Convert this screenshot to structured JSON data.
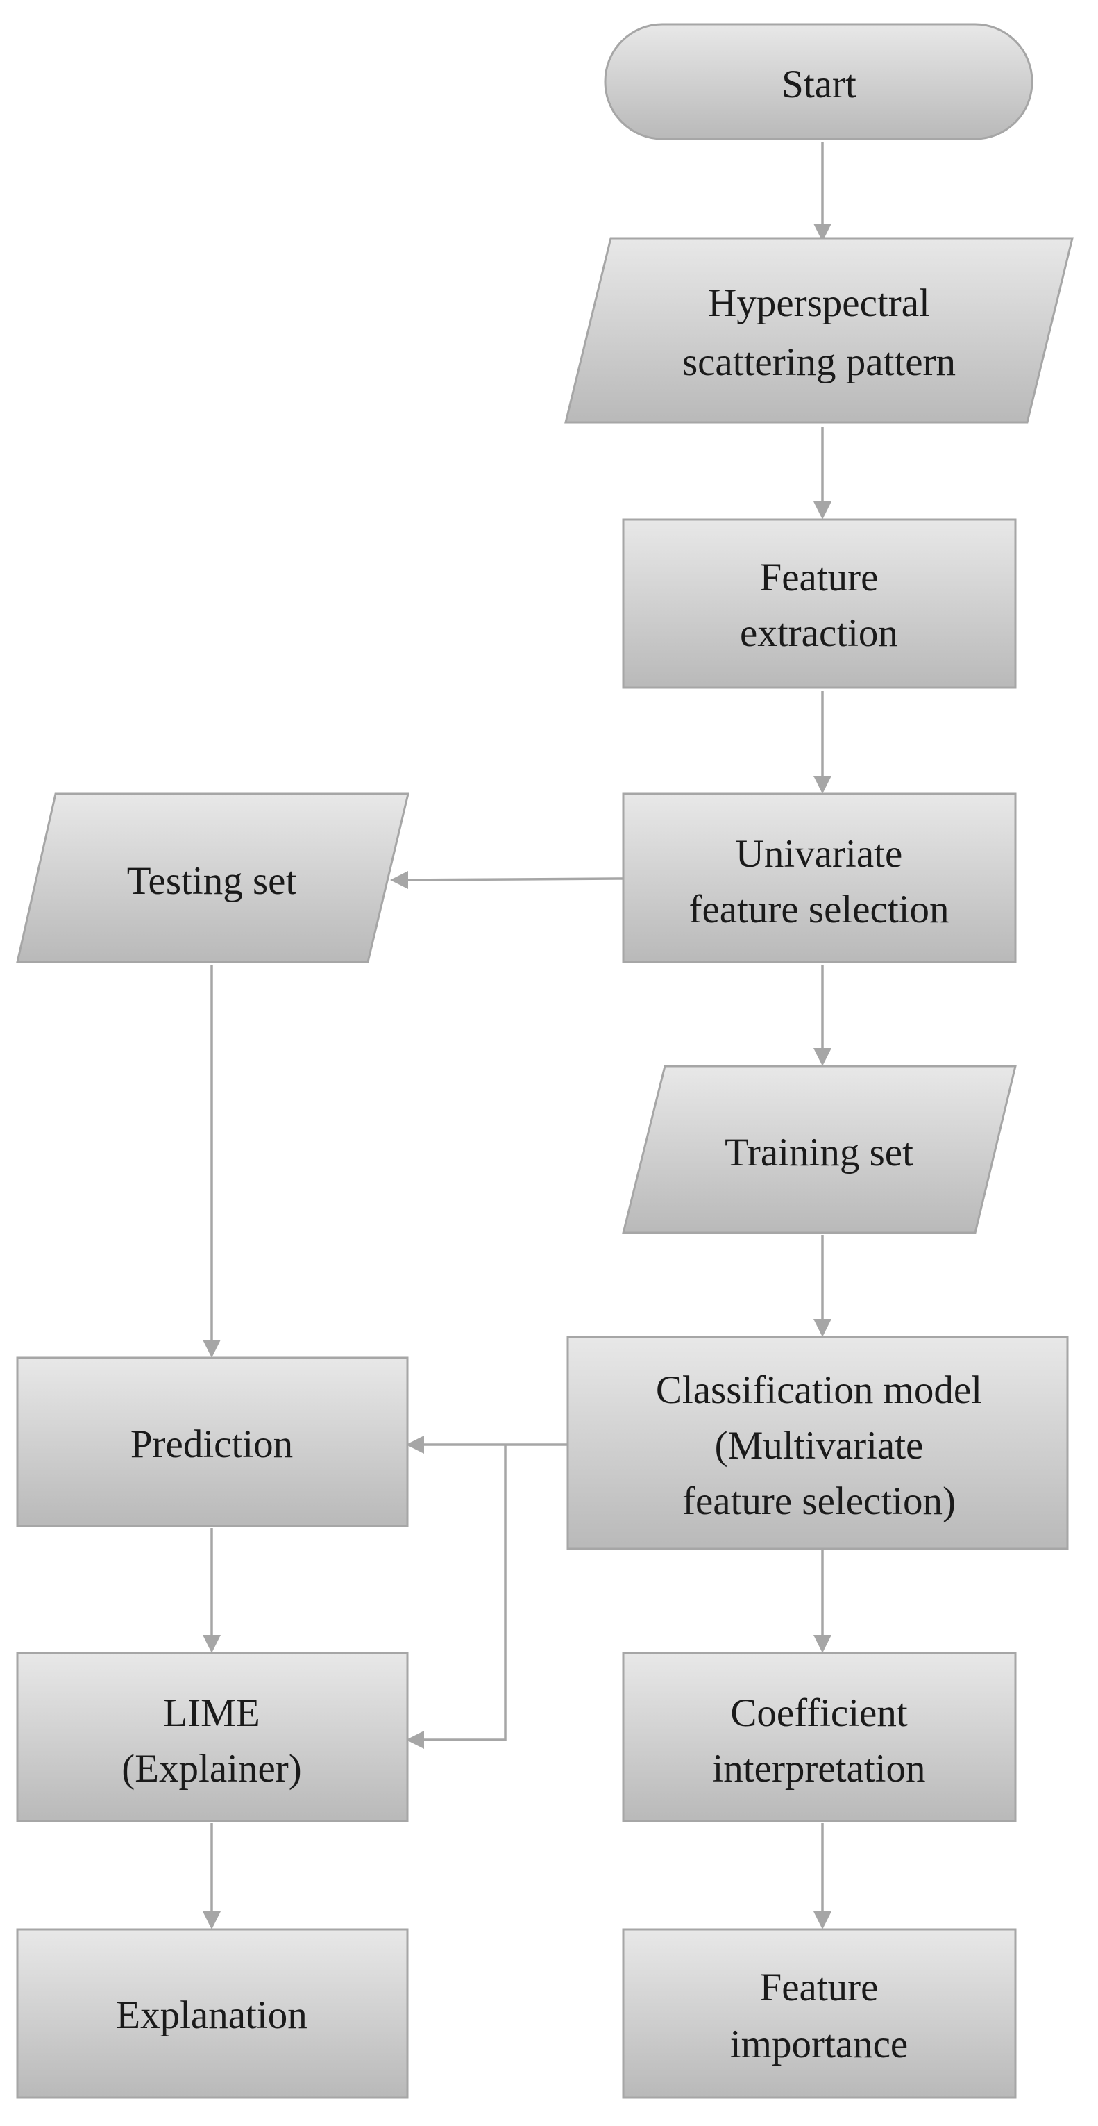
{
  "nodes": {
    "start": {
      "lines": [
        "Start"
      ]
    },
    "hyperspectral": {
      "lines": [
        "Hyperspectral",
        "scattering pattern"
      ]
    },
    "feature_extraction": {
      "lines": [
        "Feature",
        "extraction"
      ]
    },
    "univariate": {
      "lines": [
        "Univariate",
        "feature selection"
      ]
    },
    "testing_set": {
      "lines": [
        "Testing set"
      ]
    },
    "training_set": {
      "lines": [
        "Training set"
      ]
    },
    "classification": {
      "lines": [
        "Classification model",
        "(Multivariate",
        "feature selection)"
      ]
    },
    "prediction": {
      "lines": [
        "Prediction"
      ]
    },
    "lime": {
      "lines": [
        "LIME",
        "(Explainer)"
      ]
    },
    "coefficient": {
      "lines": [
        "Coefficient",
        "interpretation"
      ]
    },
    "explanation": {
      "lines": [
        "Explanation"
      ]
    },
    "feature_importance": {
      "lines": [
        "Feature",
        "importance"
      ]
    }
  },
  "colors": {
    "fill_top": "#e8e8e8",
    "fill_bottom": "#b9b9b9",
    "stroke": "#a6a6a6",
    "text": "#1a1a1a"
  }
}
